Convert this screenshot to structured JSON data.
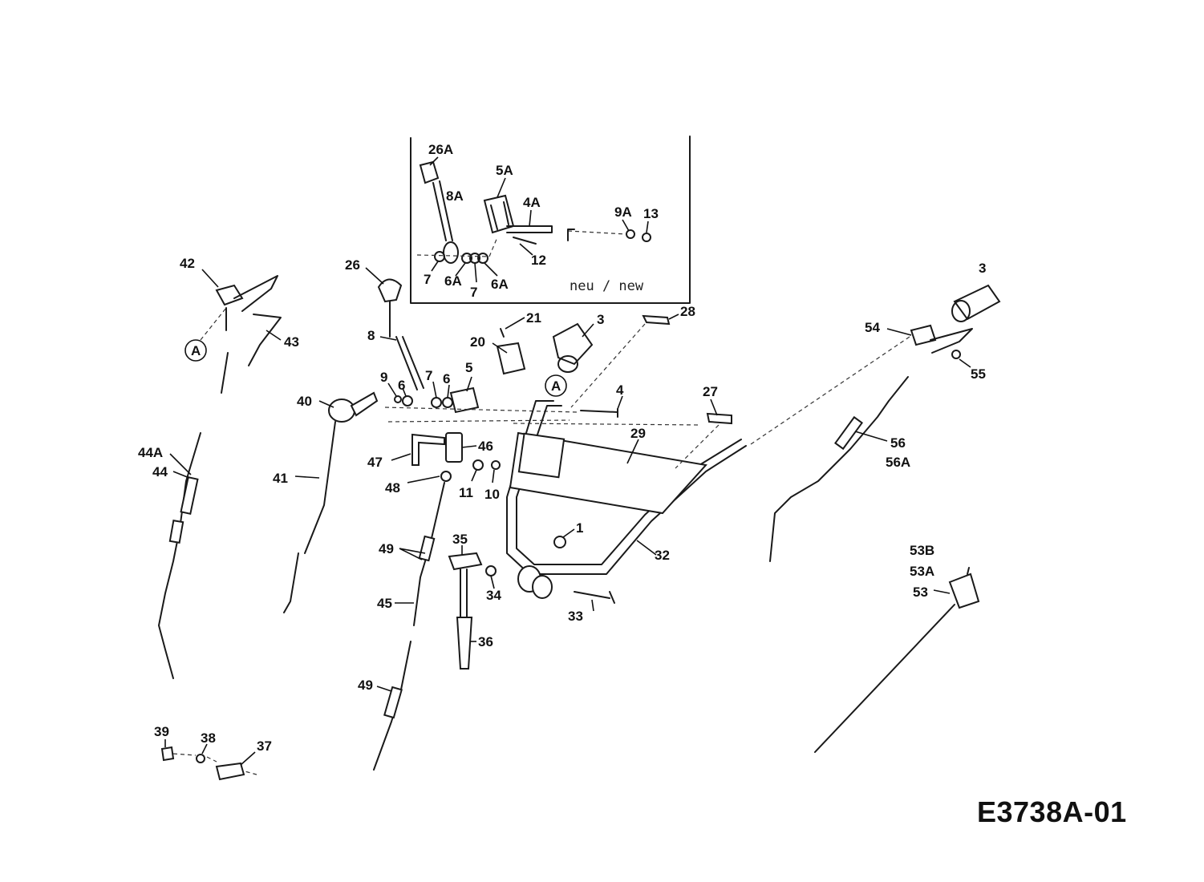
{
  "drawing_code": "E3738A-01",
  "inset": {
    "note": "neu / new",
    "callouts": [
      "26A",
      "5A",
      "8A",
      "4A",
      "9A",
      "13",
      "12",
      "7",
      "6A",
      "7",
      "6A"
    ]
  },
  "callouts": [
    "42",
    "A",
    "43",
    "44A",
    "44",
    "26",
    "8",
    "9",
    "6",
    "7",
    "6",
    "5",
    "40",
    "41",
    "47",
    "46",
    "48",
    "11",
    "10",
    "20",
    "21",
    "3",
    "A",
    "28",
    "4",
    "27",
    "29",
    "32",
    "1",
    "35",
    "34",
    "33",
    "36",
    "49",
    "45",
    "49",
    "39",
    "38",
    "37",
    "3",
    "54",
    "55",
    "56",
    "56A",
    "53B",
    "53A",
    "53"
  ]
}
